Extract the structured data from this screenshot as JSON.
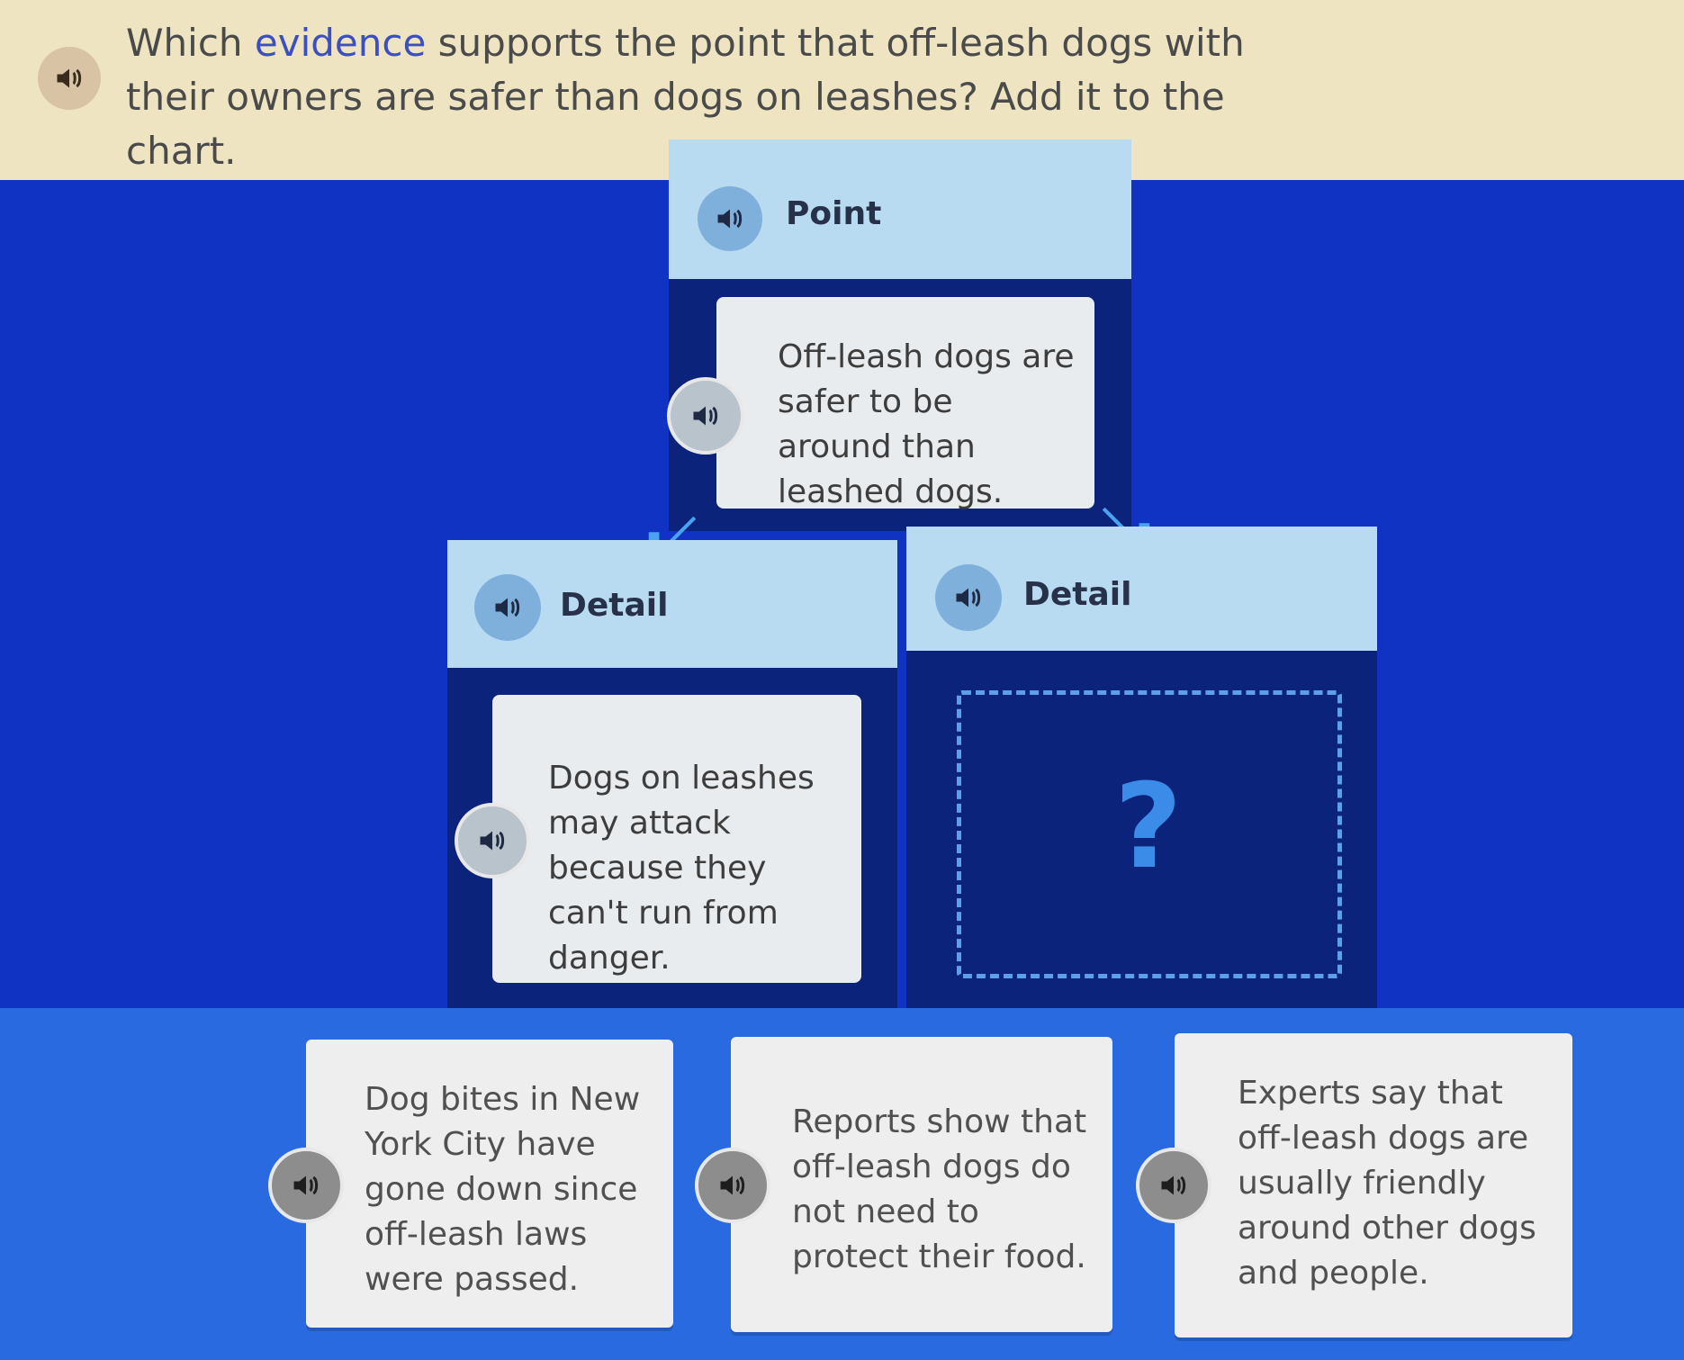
{
  "question": {
    "pre": "Which ",
    "highlight": "evidence",
    "post": " supports the point that off-leash dogs with their owners are safer than dogs on leashes? Add it to the chart."
  },
  "point": {
    "header": "Point",
    "card_text": "Off-leash dogs are safer to be around than leashed dogs."
  },
  "details": [
    {
      "header": "Detail",
      "card_text": "Dogs on leashes may attack because they can't run from danger."
    },
    {
      "header": "Detail",
      "placeholder": "?"
    }
  ],
  "answer_choices": [
    {
      "text": "Dog bites in New York City have gone down since off-leash laws were passed."
    },
    {
      "text": "Reports show that off-leash dogs do not need to protect their food."
    },
    {
      "text": "Experts say that off-leash dogs are usually friendly around other dogs and people."
    }
  ],
  "icons": {
    "speaker": "speaker-icon",
    "arrow": "arrow-down-icon"
  },
  "colors": {
    "background": "#1133c4",
    "question_bar": "#efe4c1",
    "panel": "#0b237a",
    "panel_header": "#b9dbf1",
    "card": "#e9ecef",
    "answer_bank": "#2a6ae0",
    "highlight": "#3b4fbf"
  }
}
